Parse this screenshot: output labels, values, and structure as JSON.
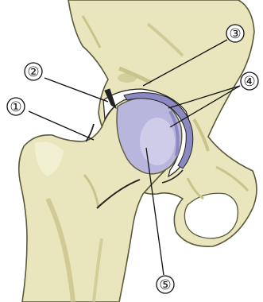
{
  "labels": {
    "label_1": "①",
    "label_2": "②",
    "label_3": "③",
    "label_4": "④",
    "label_5": "⑤"
  },
  "colors": {
    "bone_fill": "#e9e6bd",
    "bone_shade": "#c9c48c",
    "bone_outline": "#5a5a3a",
    "cavity": "#ffffff",
    "cartilage_fill": "#b9b6dd",
    "cartilage_shade": "#8c88c2",
    "capsule_dark": "#222222",
    "leader_line": "#111111"
  }
}
